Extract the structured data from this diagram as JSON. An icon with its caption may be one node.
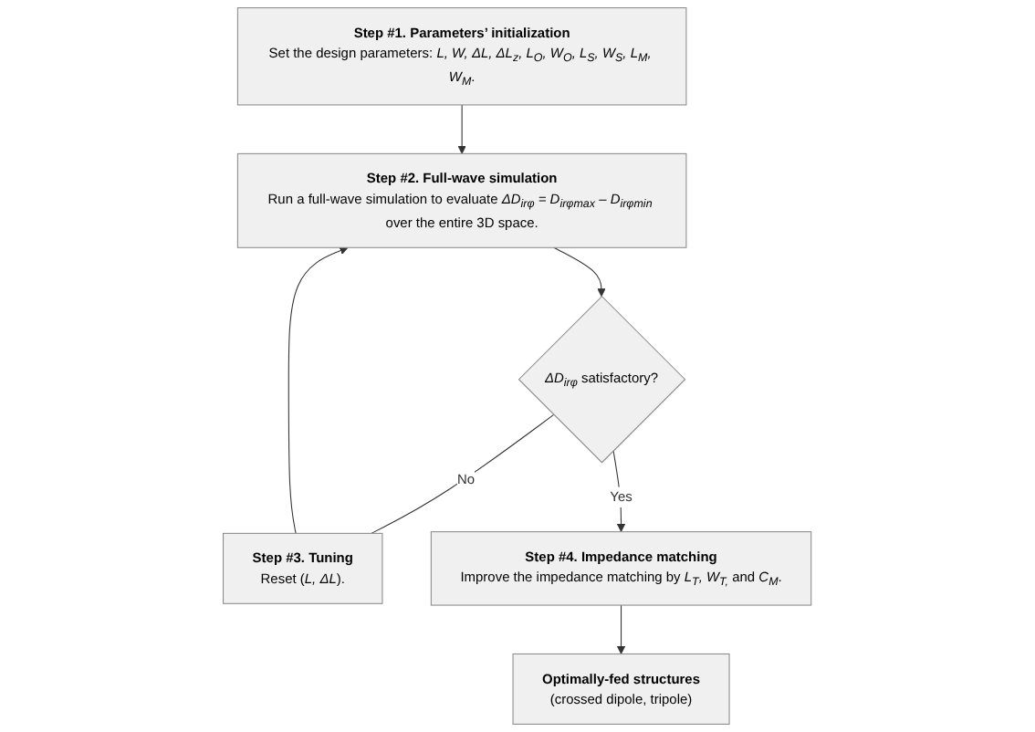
{
  "diagram": {
    "nodes": [
      {
        "text": [
          "Step #1. Parameters’ initialization",
          "Set the design parameters: *L, W, ΔL, ΔL$_{z}$, L$_{O}$, W$_{O}$, L$_{S}$, W$_{S}$, L$_{M}$, W$_{M}$*."
        ]
      },
      {
        "text": [
          "Step #2. Full-wave simulation",
          "Run a full-wave simulation to evaluate *ΔD$_{irφ}$ = D$_{irφmax}$ – D$_{irφmin}$* over the entire 3D space."
        ]
      },
      {
        "text": [
          "*ΔD$_{irφ}$* satisfactory?"
        ]
      },
      {
        "text": [
          "Step #3. Tuning",
          "Reset (*L, ΔL*)."
        ]
      },
      {
        "text": [
          "Step #4. Impedance matching",
          "Improve the impedance matching by *L$_{T}$, W$_{T,}$* and *C$_{M}$*."
        ]
      },
      {
        "text": [
          "Optimally-fed structures",
          "(crossed dipole, tripole)"
        ]
      }
    ],
    "edges": [
      {
        "from": 0,
        "to": 1,
        "arrow": "to"
      },
      {
        "from": 1,
        "to": 2,
        "arrow": "to"
      },
      {
        "from": 2,
        "to": 3,
        "label": "No",
        "arrow": "none"
      },
      {
        "from": 3,
        "to": 1,
        "arrow": "to"
      },
      {
        "from": 2,
        "to": 4,
        "label": "Yes",
        "arrow": "to"
      },
      {
        "from": 4,
        "to": 5,
        "arrow": "to"
      }
    ]
  }
}
